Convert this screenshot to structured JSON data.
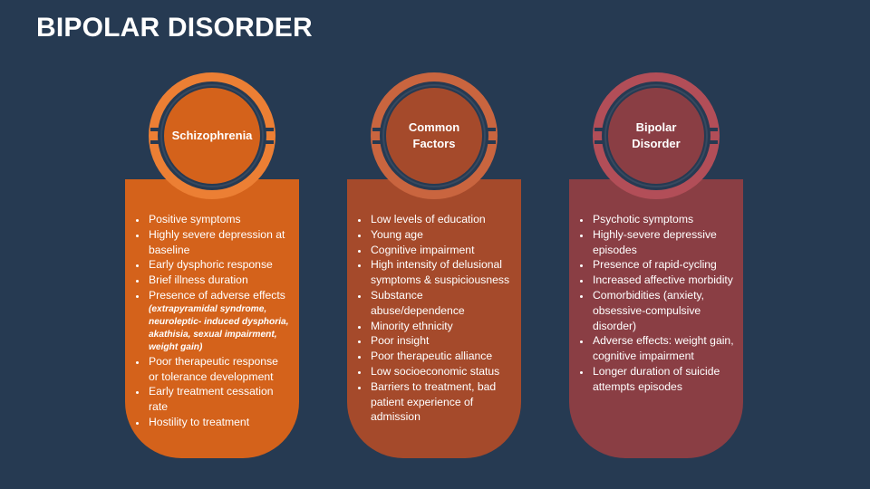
{
  "title": "BIPOLAR DISORDER",
  "columns": [
    {
      "heading": "Schizophrenia",
      "color": "#d4621b",
      "ring_color": "#ec7f34",
      "items": [
        "Positive symptoms",
        "Highly severe depression at baseline",
        "Early dysphoric response",
        "Brief illness duration",
        "Presence of adverse effects",
        "Poor therapeutic response or tolerance development",
        "Early treatment cessation rate",
        "Hostility to treatment"
      ],
      "note": "(extrapyramidal syndrome, neuroleptic- induced dysphoria, akathisia, sexual impairment, weight gain)"
    },
    {
      "heading": "Common Factors",
      "color": "#a54a2b",
      "ring_color": "#c9653f",
      "items": [
        "Low levels of education",
        "Young age",
        "Cognitive impairment",
        "High intensity of delusional symptoms & suspiciousness",
        "Substance abuse/dependence",
        "Minority ethnicity",
        "Poor insight",
        "Poor therapeutic alliance",
        "Low socioeconomic status",
        "Barriers to treatment, bad patient experience of admission"
      ]
    },
    {
      "heading": "Bipolar Disorder",
      "color": "#8a3e44",
      "ring_color": "#b24e58",
      "items": [
        "Psychotic symptoms",
        "Highly-severe depressive episodes",
        "Presence of rapid-cycling",
        "Increased affective morbidity",
        "Comorbidities (anxiety, obsessive-compulsive disorder)",
        "Adverse effects: weight gain, cognitive impairment",
        "Longer duration of suicide attempts episodes"
      ]
    }
  ]
}
